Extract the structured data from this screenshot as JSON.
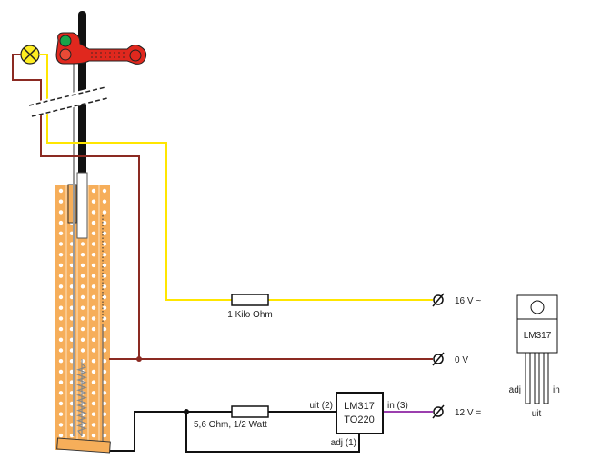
{
  "title": "Semaphore signal lamp wiring with LM317 constant-current source",
  "terminals": [
    {
      "id": "ac16",
      "label": "16 V ~"
    },
    {
      "id": "zero",
      "label": "0 V"
    },
    {
      "id": "dc12",
      "label": "12 V ="
    }
  ],
  "components": {
    "resistor_1k": {
      "label": "1 Kilo Ohm"
    },
    "resistor_56": {
      "label": "5,6 Ohm, 1/2 Watt"
    },
    "regulator": {
      "line1": "LM317",
      "line2": "TO220",
      "pin_uit": "uit (2)",
      "pin_in": "in (3)",
      "pin_adj": "adj (1)"
    },
    "package": {
      "name": "LM317",
      "pin_adj": "adj",
      "pin_uit": "uit",
      "pin_in": "in"
    }
  },
  "colors": {
    "wire_yellow": "#ffe600",
    "wire_brown": "#8b2a22",
    "wire_black": "#111111",
    "wire_purple": "#9b3fae",
    "board": "#f6ae5a",
    "signal_red": "#e0281e",
    "signal_green": "#1aa54a",
    "lamp_yellow": "#ffee22"
  }
}
